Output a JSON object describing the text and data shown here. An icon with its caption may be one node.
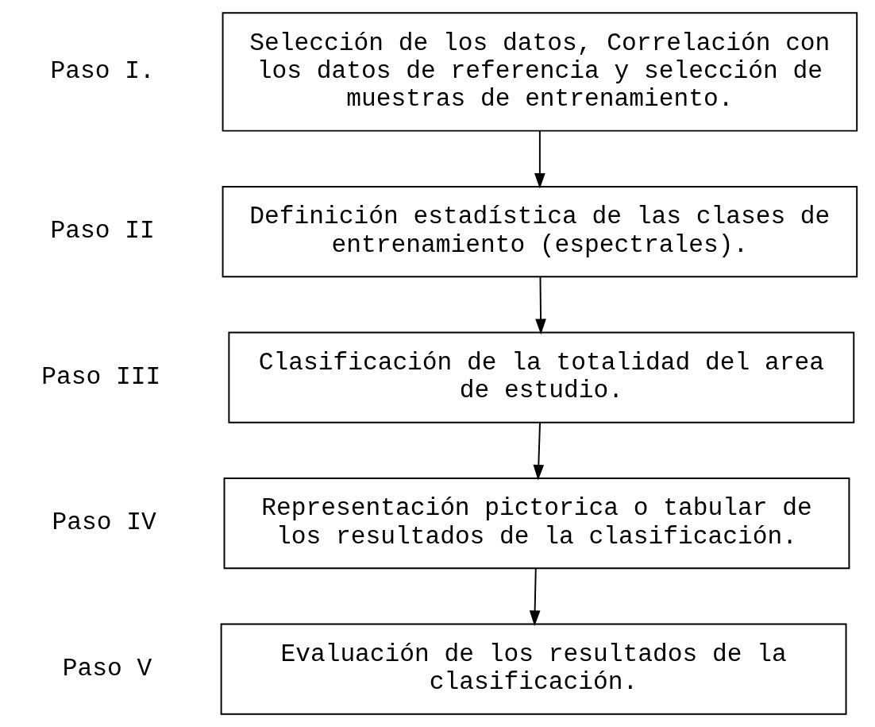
{
  "diagram": {
    "nodes": [
      {
        "text": [
          "Selección de los datos, Correlación con los datos de referencia y selección de muestras de entrenamiento."
        ],
        "beside": [
          "Paso I."
        ]
      },
      {
        "text": [
          "Definición estadística de las clases de entrenamiento (espectrales)."
        ],
        "beside": [
          "Paso II"
        ]
      },
      {
        "text": [
          "Clasificación de la totalidad del area de estudio."
        ],
        "beside": [
          "Paso III"
        ]
      },
      {
        "text": [
          "Representación pictorica o tabular de los resultados de la clasificación."
        ],
        "beside": [
          "Paso IV"
        ]
      },
      {
        "text": [
          "Evaluación de los resultados de la clasificación."
        ],
        "beside": [
          "Paso V"
        ]
      }
    ],
    "edges": [
      {
        "from": 0,
        "to": 1,
        "arrow": "to"
      },
      {
        "from": 1,
        "to": 2,
        "arrow": "to"
      },
      {
        "from": 2,
        "to": 3,
        "arrow": "to"
      },
      {
        "from": 3,
        "to": 4,
        "arrow": "to"
      }
    ]
  }
}
